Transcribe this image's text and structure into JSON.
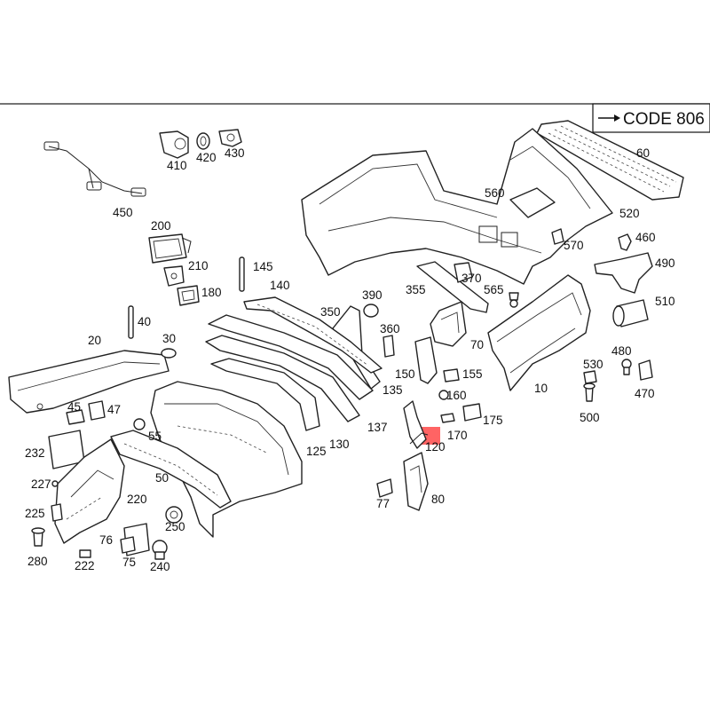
{
  "code_label": "CODE 806",
  "highlight_color": "#ff3030",
  "callouts": [
    {
      "id": "410",
      "text": "410"
    },
    {
      "id": "420",
      "text": "420"
    },
    {
      "id": "430",
      "text": "430"
    },
    {
      "id": "450",
      "text": "450"
    },
    {
      "id": "60",
      "text": "60"
    },
    {
      "id": "560",
      "text": "560"
    },
    {
      "id": "520",
      "text": "520"
    },
    {
      "id": "200",
      "text": "200"
    },
    {
      "id": "570",
      "text": "570"
    },
    {
      "id": "460",
      "text": "460"
    },
    {
      "id": "210",
      "text": "210"
    },
    {
      "id": "145",
      "text": "145"
    },
    {
      "id": "370",
      "text": "370"
    },
    {
      "id": "490",
      "text": "490"
    },
    {
      "id": "140",
      "text": "140"
    },
    {
      "id": "355",
      "text": "355"
    },
    {
      "id": "565",
      "text": "565"
    },
    {
      "id": "180",
      "text": "180"
    },
    {
      "id": "390",
      "text": "390"
    },
    {
      "id": "510",
      "text": "510"
    },
    {
      "id": "350",
      "text": "350"
    },
    {
      "id": "40",
      "text": "40"
    },
    {
      "id": "360",
      "text": "360"
    },
    {
      "id": "20",
      "text": "20"
    },
    {
      "id": "30",
      "text": "30"
    },
    {
      "id": "70",
      "text": "70"
    },
    {
      "id": "480",
      "text": "480"
    },
    {
      "id": "150",
      "text": "150"
    },
    {
      "id": "155",
      "text": "155"
    },
    {
      "id": "530",
      "text": "530"
    },
    {
      "id": "10",
      "text": "10"
    },
    {
      "id": "135",
      "text": "135"
    },
    {
      "id": "470",
      "text": "470"
    },
    {
      "id": "160",
      "text": "160"
    },
    {
      "id": "45",
      "text": "45"
    },
    {
      "id": "47",
      "text": "47"
    },
    {
      "id": "500",
      "text": "500"
    },
    {
      "id": "175",
      "text": "175"
    },
    {
      "id": "137",
      "text": "137"
    },
    {
      "id": "170",
      "text": "170"
    },
    {
      "id": "55",
      "text": "55"
    },
    {
      "id": "130",
      "text": "130"
    },
    {
      "id": "120",
      "text": "120"
    },
    {
      "id": "125",
      "text": "125"
    },
    {
      "id": "232",
      "text": "232"
    },
    {
      "id": "50",
      "text": "50"
    },
    {
      "id": "227",
      "text": "227"
    },
    {
      "id": "220",
      "text": "220"
    },
    {
      "id": "225",
      "text": "225"
    },
    {
      "id": "77",
      "text": "77"
    },
    {
      "id": "80",
      "text": "80"
    },
    {
      "id": "250",
      "text": "250"
    },
    {
      "id": "76",
      "text": "76"
    },
    {
      "id": "280",
      "text": "280"
    },
    {
      "id": "75",
      "text": "75"
    },
    {
      "id": "222",
      "text": "222"
    },
    {
      "id": "240",
      "text": "240"
    }
  ]
}
